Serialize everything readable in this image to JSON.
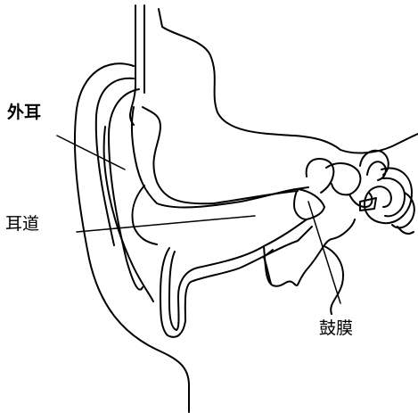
{
  "labels": {
    "outer_ear": "外耳",
    "ear_canal": "耳道",
    "eardrum": "鼓膜"
  },
  "colors": {
    "line": "#000000",
    "background": "#ffffff"
  }
}
